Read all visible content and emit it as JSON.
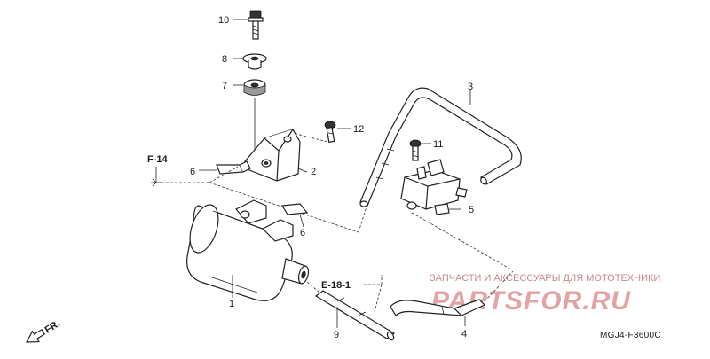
{
  "diagram": {
    "callouts": [
      {
        "id": "c10",
        "label": "10"
      },
      {
        "id": "c8",
        "label": "8"
      },
      {
        "id": "c7",
        "label": "7"
      },
      {
        "id": "c12",
        "label": "12"
      },
      {
        "id": "c2",
        "label": "2"
      },
      {
        "id": "c6a",
        "label": "6"
      },
      {
        "id": "c6b",
        "label": "6"
      },
      {
        "id": "c1",
        "label": "1"
      },
      {
        "id": "c9",
        "label": "9"
      },
      {
        "id": "c3",
        "label": "3"
      },
      {
        "id": "c11",
        "label": "11"
      },
      {
        "id": "c5",
        "label": "5"
      },
      {
        "id": "c4",
        "label": "4"
      }
    ],
    "references": {
      "f14": "F-14",
      "e181": "E-18-1"
    },
    "front_arrow_label": "FR.",
    "figure_code": "MGJ4-F3600C"
  },
  "watermark": {
    "caption": "ЗАПЧАСТИ И АКСЕССУАРЫ ДЛЯ МОТОТЕХНИКИ",
    "brand": "PARTSFOR.RU",
    "color": "#e3a3a3"
  }
}
